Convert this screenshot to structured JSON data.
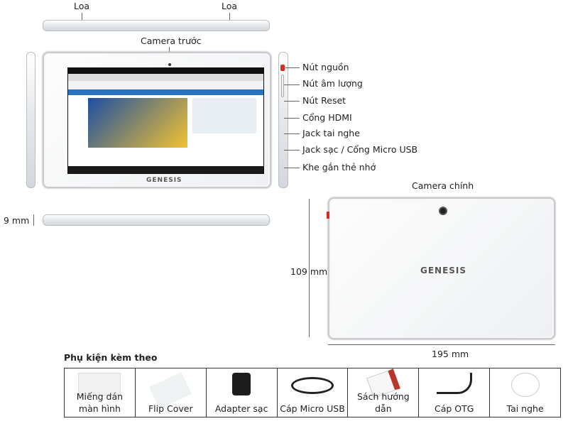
{
  "labels": {
    "speaker_left": "Loa",
    "speaker_right": "Loa",
    "front_camera": "Camera trước",
    "rear_camera": "Camera chính",
    "thickness": "9 mm",
    "height": "109 mm",
    "width": "195 mm"
  },
  "side_ports": [
    {
      "label": "Nút nguồn"
    },
    {
      "label": "Nút âm lượng"
    },
    {
      "label": "Nút Reset"
    },
    {
      "label": "Cổng HDMI"
    },
    {
      "label": "Jack tai nghe"
    },
    {
      "label": "Jack sạc / Cổng Micro USB"
    },
    {
      "label": "Khe gắn thẻ nhớ"
    }
  ],
  "brand": "GENESIS",
  "accessories": {
    "title": "Phụ kiện kèm theo",
    "items": [
      {
        "label": "Miếng dán màn hình"
      },
      {
        "label": "Flip Cover"
      },
      {
        "label": "Adapter sạc"
      },
      {
        "label": "Cáp Micro USB"
      },
      {
        "label": "Sách hướng dẫn"
      },
      {
        "label": "Cáp OTG"
      },
      {
        "label": "Tai nghe"
      }
    ]
  },
  "colors": {
    "power_button": "#d62b1f",
    "screen": "#2b4f7f"
  }
}
